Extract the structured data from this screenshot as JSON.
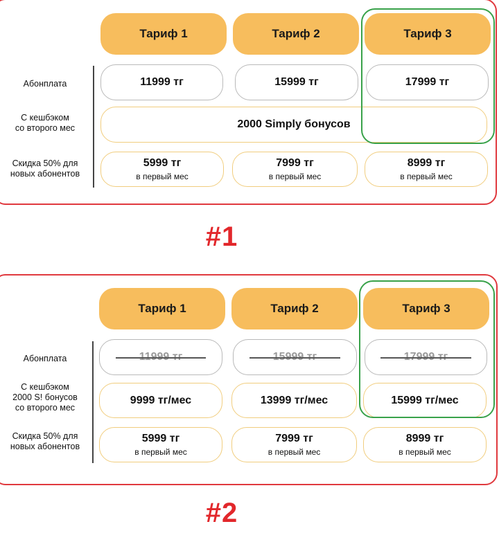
{
  "variant1": {
    "number_label": "#1",
    "headers": [
      "Тариф 1",
      "Тариф 2",
      "Тариф 3"
    ],
    "row_labels": {
      "fee": "Абонплата",
      "cashback_line1": "С кешбэком",
      "cashback_line2": "со второго мес",
      "discount_line1": "Скидка 50% для",
      "discount_line2": "новых абонентов"
    },
    "fees": [
      "11999 тг",
      "15999 тг",
      "17999 тг"
    ],
    "cashback": "2000 Simply бонусов",
    "discount_prices": [
      "5999 тг",
      "7999 тг",
      "8999 тг"
    ],
    "discount_sub": "в первый мес"
  },
  "variant2": {
    "number_label": "#2",
    "headers": [
      "Тариф 1",
      "Тариф 2",
      "Тариф 3"
    ],
    "row_labels": {
      "fee": "Абонплата",
      "cashback_line1": "С кешбэком",
      "cashback_line2": "2000 S! бонусов",
      "cashback_line3": "со второго мес",
      "discount_line1": "Скидка 50% для",
      "discount_line2": "новых абонентов"
    },
    "fees_struck": [
      "11999 тг",
      "15999 тг",
      "17999 тг"
    ],
    "cashback_prices": [
      "9999 тг/мес",
      "13999 тг/мес",
      "15999 тг/мес"
    ],
    "discount_prices": [
      "5999 тг",
      "7999 тг",
      "8999 тг"
    ],
    "discount_sub": "в первый мес"
  },
  "colors": {
    "frame": "#e0393e",
    "header_fill": "#f7bd5d",
    "highlight": "#39a24a",
    "grey_border": "#b9b9b9",
    "yellow_border": "#f1cd7e",
    "number_label": "#e2272b"
  }
}
